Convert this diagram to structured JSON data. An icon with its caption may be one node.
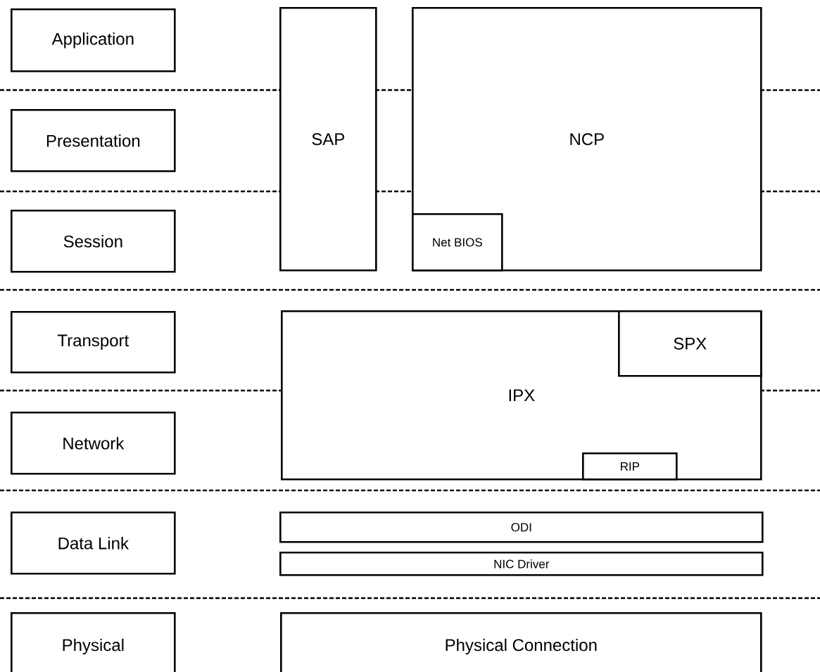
{
  "diagram": {
    "nodes": [
      {
        "text": [
          "Application"
        ]
      },
      {
        "text": [
          "Presentation"
        ]
      },
      {
        "text": [
          "Session"
        ]
      },
      {
        "text": [
          "Transport"
        ]
      },
      {
        "text": [
          "Network"
        ]
      },
      {
        "text": [
          "Data Link"
        ]
      },
      {
        "text": [
          "Physical"
        ]
      },
      {
        "text": [
          "SAP"
        ]
      },
      {
        "text": [
          "NCP"
        ]
      },
      {
        "text": [
          "Net BIOS"
        ],
        "in": 8
      },
      {
        "text": [
          "IPX"
        ]
      },
      {
        "text": [
          "SPX"
        ],
        "in": 10
      },
      {
        "text": [
          "RIP"
        ],
        "in": 10
      },
      {
        "text": [
          "ODI"
        ]
      },
      {
        "text": [
          "NIC Driver"
        ]
      },
      {
        "text": [
          "Physical Connection"
        ]
      }
    ]
  }
}
